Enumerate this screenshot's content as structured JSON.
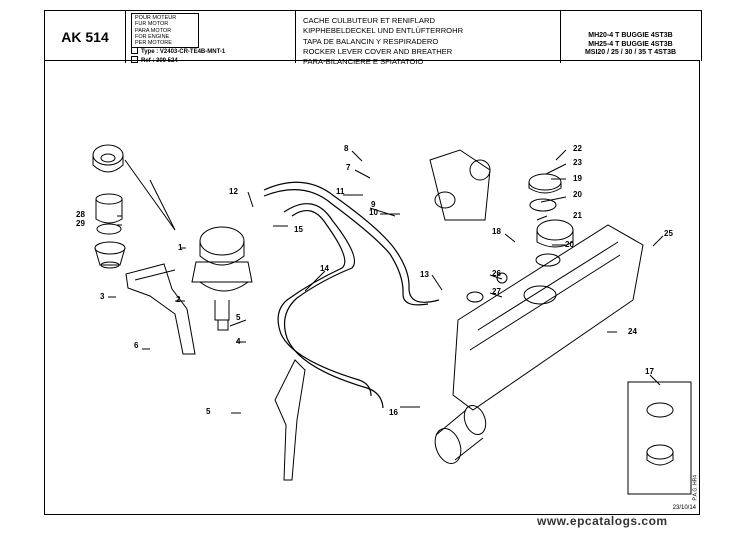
{
  "header": {
    "code": "AK 514",
    "engine_box": [
      "POUR MOTEUR",
      "FUR MOTOR",
      "PARA MOTOR",
      "FOR ENGINE",
      "PER MOTORE"
    ],
    "type_line": "Type : V2403-CR-TE4B-MNT-1",
    "ref_line": "Ref : 309 524",
    "titles": [
      "CACHE CULBUTEUR ET RENIFLARD",
      "KIPPHEBELDECKEL UND ENTLÜFTERROHR",
      "TAPA DE BALANCIN Y RESPIRADERO",
      "ROCKER LEVER COVER AND BREATHER",
      "PARA-BILANCIERE E SFIATATOIO"
    ],
    "models": [
      "MH20-4 T BUGGIE 4ST3B",
      "MH25-4 T BUGGIE 4ST3B",
      "MSI20 / 25 / 30 / 35 T 4ST3B"
    ]
  },
  "callouts": [
    "1",
    "2",
    "3",
    "4",
    "5",
    "5",
    "6",
    "7",
    "8",
    "9",
    "10",
    "11",
    "12",
    "13",
    "14",
    "15",
    "16",
    "17",
    "18",
    "19",
    "20",
    "20",
    "21",
    "22",
    "23",
    "24",
    "25",
    "26",
    "27",
    "28",
    "29"
  ],
  "footer": {
    "date": "23/10/14",
    "side_code": "P.A.G. HR4",
    "watermark": "www.epcatalogs.com"
  }
}
